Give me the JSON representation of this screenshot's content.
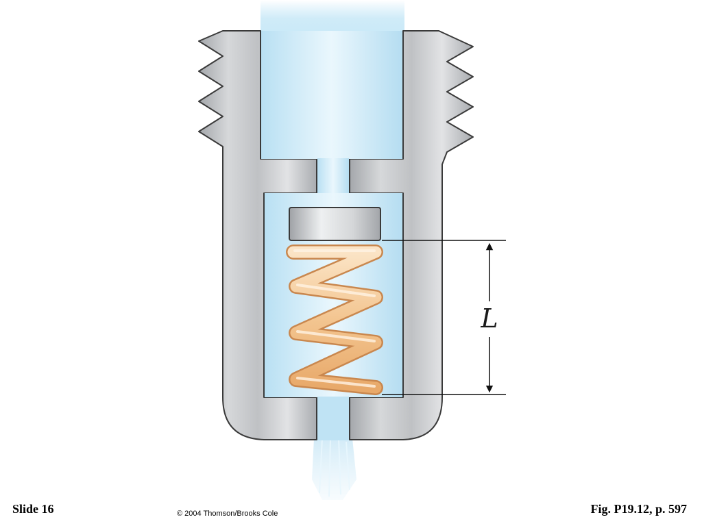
{
  "slide": {
    "number_label": "Slide 16",
    "copyright": "© 2004 Thomson/Brooks Cole",
    "figure_reference": "Fig. P19.12, p. 597"
  },
  "diagram": {
    "dimension_label": "L"
  },
  "colors": {
    "metal": "#c3c5c8",
    "metal_edge": "#3a3a3a",
    "liquid": "#d3edf8",
    "piston": "#cfd1d4",
    "spring": "#f2c596",
    "spring_edge": "#c9874e",
    "dimension_line": "#111111"
  }
}
